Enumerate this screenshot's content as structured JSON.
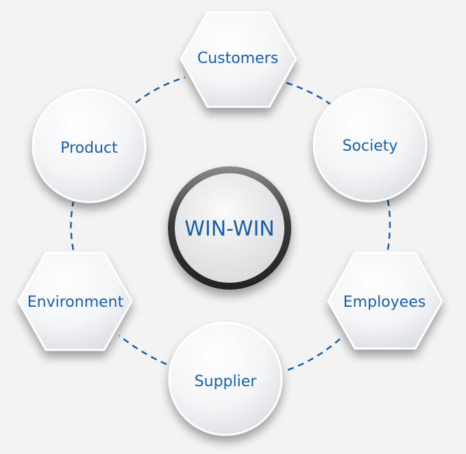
{
  "center": {
    "label": "WIN-WIN"
  },
  "nodes": [
    {
      "id": "customers",
      "label": "Customers",
      "shape": "hexagon"
    },
    {
      "id": "society",
      "label": "Society",
      "shape": "circle"
    },
    {
      "id": "employees",
      "label": "Employees",
      "shape": "hexagon"
    },
    {
      "id": "supplier",
      "label": "Supplier",
      "shape": "circle"
    },
    {
      "id": "environment",
      "label": "Environment",
      "shape": "hexagon"
    },
    {
      "id": "product",
      "label": "Product",
      "shape": "circle"
    }
  ],
  "colors": {
    "label": "#1a5fa6",
    "connector": "#1a5fa6",
    "node_fill": "#ffffff",
    "ring": "#444444"
  }
}
